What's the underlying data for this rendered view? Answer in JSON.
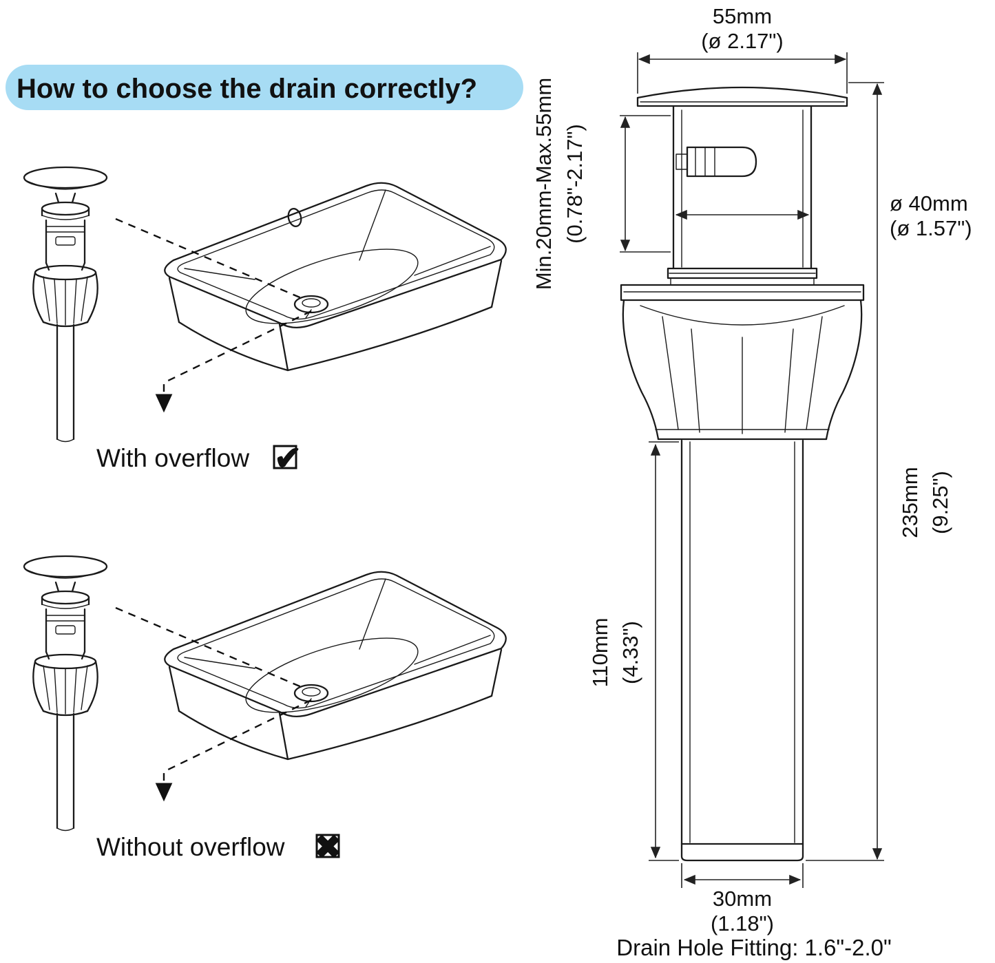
{
  "title": "How to choose the drain correctly?",
  "scenes": {
    "with_overflow": {
      "label": "With overflow",
      "mark": "✔"
    },
    "without_overflow": {
      "label": "Without overflow",
      "mark": "✖"
    }
  },
  "dimensions": {
    "top_width_mm": "55mm",
    "top_width_in": "(ø 2.17\")",
    "mount_range_mm": "Min.20mm-Max.55mm",
    "mount_range_in": "(0.78\"-2.17\")",
    "body_dia_mm": "ø 40mm",
    "body_dia_in": "(ø 1.57\")",
    "total_height_mm": "235mm",
    "total_height_in": "(9.25\")",
    "tail_height_mm": "110mm",
    "tail_height_in": "(4.33\")",
    "tail_width_mm": "30mm",
    "tail_width_in": "(1.18\")",
    "fitting_note": "Drain Hole Fitting: 1.6\"-2.0\""
  },
  "colors": {
    "highlight": "#a7dcf4",
    "line": "#1a1a1a"
  }
}
